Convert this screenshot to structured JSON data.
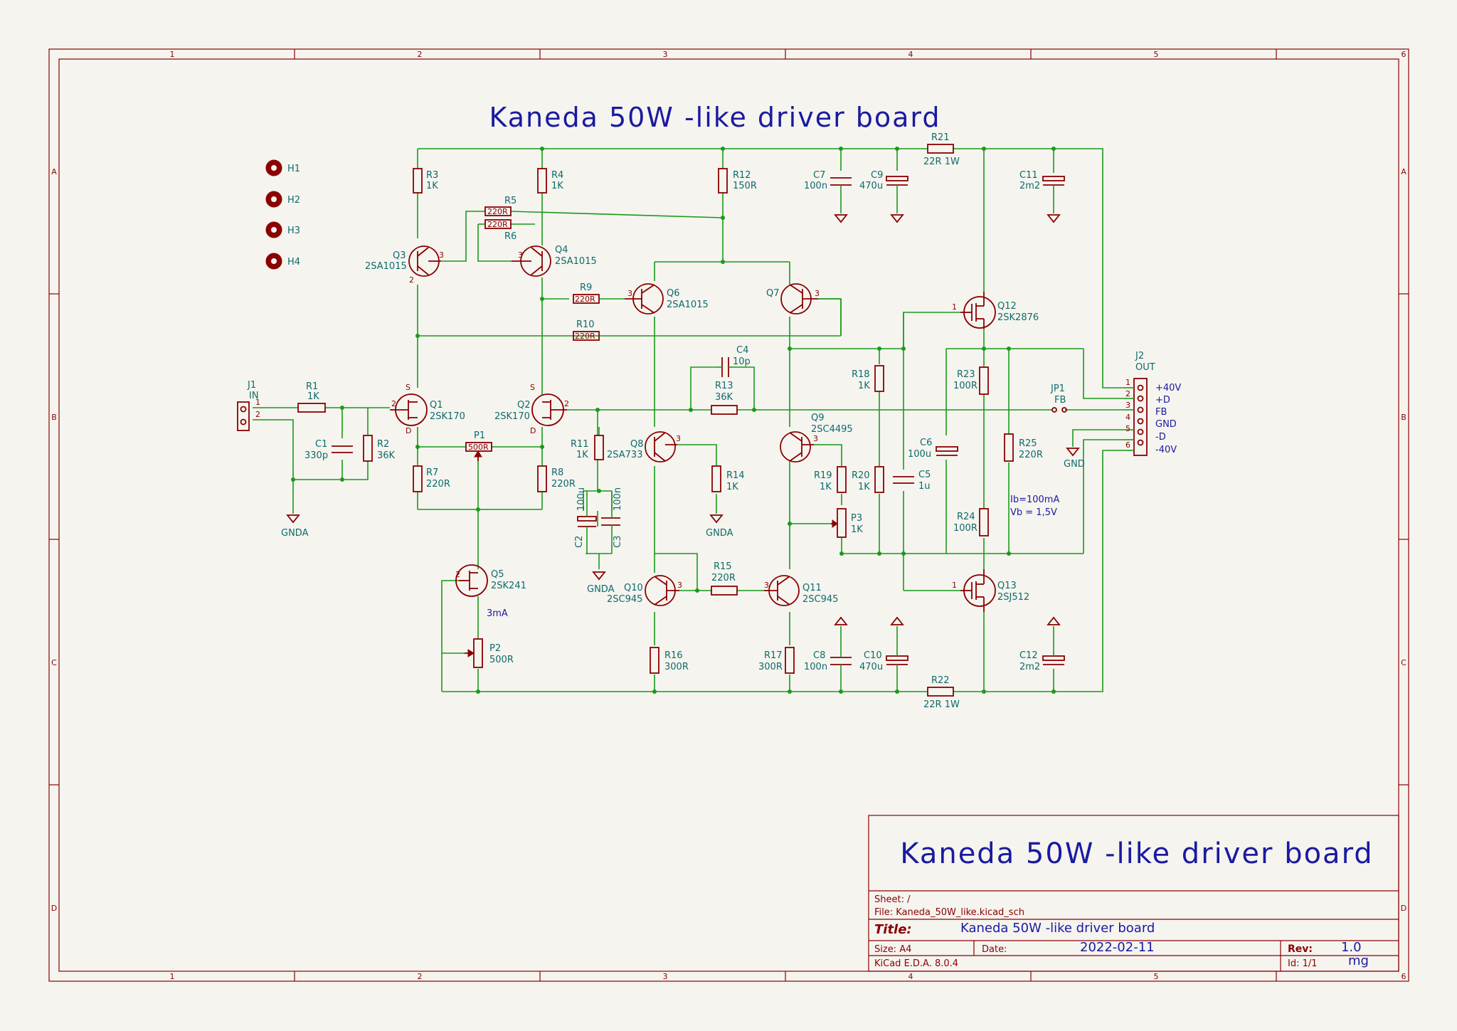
{
  "sheet": {
    "title": "Kaneda 50W -like driver board",
    "frame_columns": [
      "1",
      "2",
      "3",
      "4",
      "5",
      "6"
    ],
    "frame_rows": [
      "A",
      "B",
      "C",
      "D"
    ]
  },
  "mounting_holes": [
    "H1",
    "H2",
    "H3",
    "H4"
  ],
  "components": {
    "J1": {
      "ref": "J1",
      "value": "IN",
      "pins": [
        "1",
        "2"
      ]
    },
    "R1": {
      "ref": "R1",
      "value": "1K"
    },
    "C1": {
      "ref": "C1",
      "value": "330p"
    },
    "R2": {
      "ref": "R2",
      "value": "36K"
    },
    "R3": {
      "ref": "R3",
      "value": "1K"
    },
    "R4": {
      "ref": "R4",
      "value": "1K"
    },
    "R5": {
      "ref": "R5",
      "value": "220R"
    },
    "R6": {
      "ref": "R6",
      "value": "220R"
    },
    "R7": {
      "ref": "R7",
      "value": "220R"
    },
    "R8": {
      "ref": "R8",
      "value": "220R"
    },
    "R9": {
      "ref": "R9",
      "value": "220R"
    },
    "R10": {
      "ref": "R10",
      "value": "220R"
    },
    "R11": {
      "ref": "R11",
      "value": "1K"
    },
    "R12": {
      "ref": "R12",
      "value": "150R"
    },
    "R13": {
      "ref": "R13",
      "value": "36K"
    },
    "R14": {
      "ref": "R14",
      "value": "1K"
    },
    "R15": {
      "ref": "R15",
      "value": "220R"
    },
    "R16": {
      "ref": "R16",
      "value": "300R"
    },
    "R17": {
      "ref": "R17",
      "value": "300R"
    },
    "R18": {
      "ref": "R18",
      "value": "1K"
    },
    "R19": {
      "ref": "R19",
      "value": "1K"
    },
    "R20": {
      "ref": "R20",
      "value": "1K"
    },
    "R21": {
      "ref": "R21",
      "value": "22R 1W"
    },
    "R22": {
      "ref": "R22",
      "value": "22R 1W"
    },
    "R23": {
      "ref": "R23",
      "value": "100R"
    },
    "R24": {
      "ref": "R24",
      "value": "100R"
    },
    "R25": {
      "ref": "R25",
      "value": "220R"
    },
    "P1": {
      "ref": "P1",
      "value": "500R"
    },
    "P2": {
      "ref": "P2",
      "value": "500R"
    },
    "P3": {
      "ref": "P3",
      "value": "1K"
    },
    "C2": {
      "ref": "C2",
      "value": "100u"
    },
    "C3": {
      "ref": "C3",
      "value": "100n"
    },
    "C4": {
      "ref": "C4",
      "value": "10p"
    },
    "C5": {
      "ref": "C5",
      "value": "1u"
    },
    "C6": {
      "ref": "C6",
      "value": "100u"
    },
    "C7": {
      "ref": "C7",
      "value": "100n"
    },
    "C8": {
      "ref": "C8",
      "value": "100n"
    },
    "C9": {
      "ref": "C9",
      "value": "470u"
    },
    "C10": {
      "ref": "C10",
      "value": "470u"
    },
    "C11": {
      "ref": "C11",
      "value": "2m2"
    },
    "C12": {
      "ref": "C12",
      "value": "2m2"
    },
    "Q1": {
      "ref": "Q1",
      "value": "2SK170"
    },
    "Q2": {
      "ref": "Q2",
      "value": "2SK170"
    },
    "Q3": {
      "ref": "Q3",
      "value": "2SA1015"
    },
    "Q4": {
      "ref": "Q4",
      "value": "2SA1015"
    },
    "Q5": {
      "ref": "Q5",
      "value": "2SK241"
    },
    "Q6": {
      "ref": "Q6",
      "value": "2SA1015"
    },
    "Q7": {
      "ref": "Q7",
      "value": ""
    },
    "Q8": {
      "ref": "Q8",
      "value": "2SA733"
    },
    "Q9": {
      "ref": "Q9",
      "value": "2SC4495"
    },
    "Q10": {
      "ref": "Q10",
      "value": "2SC945"
    },
    "Q11": {
      "ref": "Q11",
      "value": "2SC945"
    },
    "Q12": {
      "ref": "Q12",
      "value": "2SK2876"
    },
    "Q13": {
      "ref": "Q13",
      "value": "2SJ512"
    },
    "JP1": {
      "ref": "JP1",
      "value": "FB"
    },
    "J2": {
      "ref": "J2",
      "value": "OUT",
      "pins": [
        "1",
        "2",
        "3",
        "4",
        "5",
        "6"
      ],
      "nets": [
        "+40V",
        "+D",
        "FB",
        "GND",
        "-D",
        "-40V"
      ]
    }
  },
  "pin_labels": {
    "n1": "1",
    "n2": "2",
    "n3": "3",
    "s": "S",
    "d": "D"
  },
  "power": {
    "gnda": "GNDA",
    "gnd": "GND"
  },
  "annotations": {
    "q5_current": "3mA",
    "ib": "Ib=100mA",
    "vb": "Vb = 1,5V"
  },
  "title_block": {
    "big_title": "Kaneda 50W -like driver board",
    "sheet_label": "Sheet: /",
    "file_label": "File: Kaneda_50W_like.kicad_sch",
    "title_label": "Title:",
    "title_value": "Kaneda 50W -like driver board",
    "size_label": "Size: A4",
    "date_label": "Date:",
    "date_value": "2022-02-11",
    "rev_label": "Rev:",
    "rev_value": "1.0",
    "tool_label": "KiCad E.D.A. 8.0.4",
    "id_label": "Id: 1/1",
    "author": "mg"
  },
  "colors": {
    "background": "#f5f4ef",
    "wire": "#1a9a1a",
    "symbol": "#8b0000",
    "reference": "#0d6b6b",
    "net_text": "#1a1aa0"
  }
}
